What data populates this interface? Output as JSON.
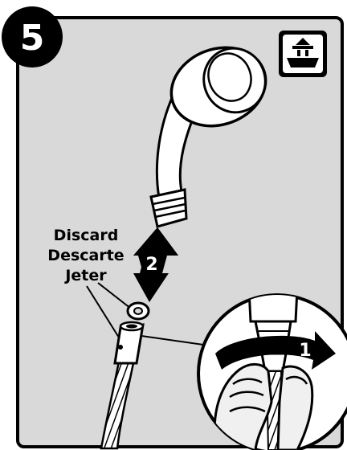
{
  "step": {
    "number": "5"
  },
  "labels": [
    "Discard",
    "Descarte",
    "Jeter"
  ],
  "arrows": {
    "lift_number": "2",
    "twist_number": "1"
  },
  "icons": {
    "corner": "shower-handle-icon",
    "hand": "hand-icon"
  },
  "colors": {
    "panel": "#d9d9d9",
    "outline": "#000000",
    "part": "#ffffff",
    "hand": "#f0f0f0"
  }
}
